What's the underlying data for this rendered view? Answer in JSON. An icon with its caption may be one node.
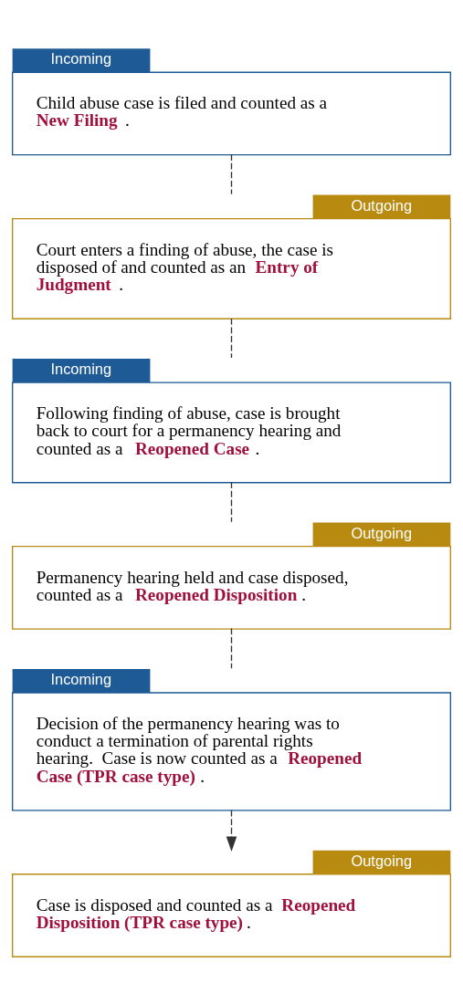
{
  "diagram": {
    "nodes": [
      {
        "text": [
          "Incoming",
          "Child abuse case is filed and counted as a **New Filing**."
        ]
      },
      {
        "text": [
          "Outgoing",
          "Court enters a finding of abuse, the case is disposed of and counted as an **Entry of Judgment**."
        ]
      },
      {
        "text": [
          "Incoming",
          "Following finding of abuse, case is brought back to court for a permanency hearing and counted as a **Reopened Case**."
        ]
      },
      {
        "text": [
          "Outgoing",
          "Permanency hearing held and case disposed, counted as a **Reopened Disposition**."
        ]
      },
      {
        "text": [
          "Incoming",
          "Decision of the permanency hearing was to conduct a termination of parental rights hearing.  Case is now counted as a **Reopened Case** **(TPR case type)**."
        ]
      },
      {
        "text": [
          "Outgoing",
          "Case is disposed and counted as a **Reopened Disposition** **(TPR case type)**."
        ]
      }
    ],
    "edges": [
      {
        "from": 0,
        "to": 1,
        "arrow": "none",
        "style": "dashed"
      },
      {
        "from": 1,
        "to": 2,
        "arrow": "none",
        "style": "dashed"
      },
      {
        "from": 2,
        "to": 3,
        "arrow": "none",
        "style": "dashed"
      },
      {
        "from": 3,
        "to": 4,
        "arrow": "none",
        "style": "dashed"
      },
      {
        "from": 4,
        "to": 5,
        "arrow": "to",
        "style": "dashed"
      }
    ]
  }
}
